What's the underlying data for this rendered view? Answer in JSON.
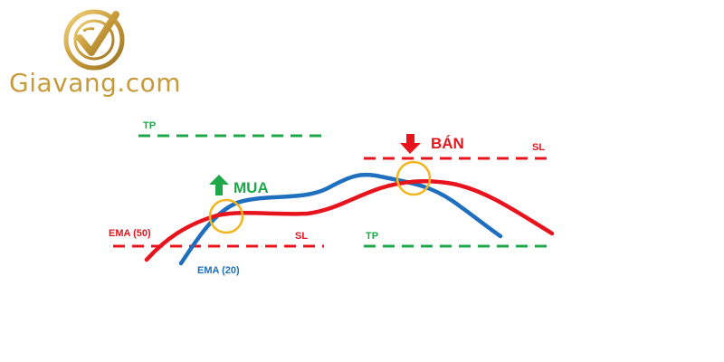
{
  "brand": {
    "name": "Giavang.com",
    "color": "#c79a3a",
    "logo_icon": "gold-checkmark-emblem-icon"
  },
  "diagram": {
    "colors": {
      "ema50": "#e8141d",
      "ema20": "#1f6fbf",
      "take_profit": "#1ea84a",
      "stop_loss": "#e8141d",
      "signal_circle": "#f2b51c",
      "buy_arrow": "#1ea84a",
      "sell_arrow": "#e8141d"
    },
    "labels": {
      "tp_left": "TP",
      "sl_left": "SL",
      "tp_right": "TP",
      "sl_right": "SL",
      "ema50": "EMA (50)",
      "ema20": "EMA (20)",
      "buy": "MUA",
      "sell": "BÁN"
    },
    "icons": {
      "buy": "arrow-up-icon",
      "sell": "arrow-down-icon",
      "crossover": "circle-marker-icon"
    }
  }
}
